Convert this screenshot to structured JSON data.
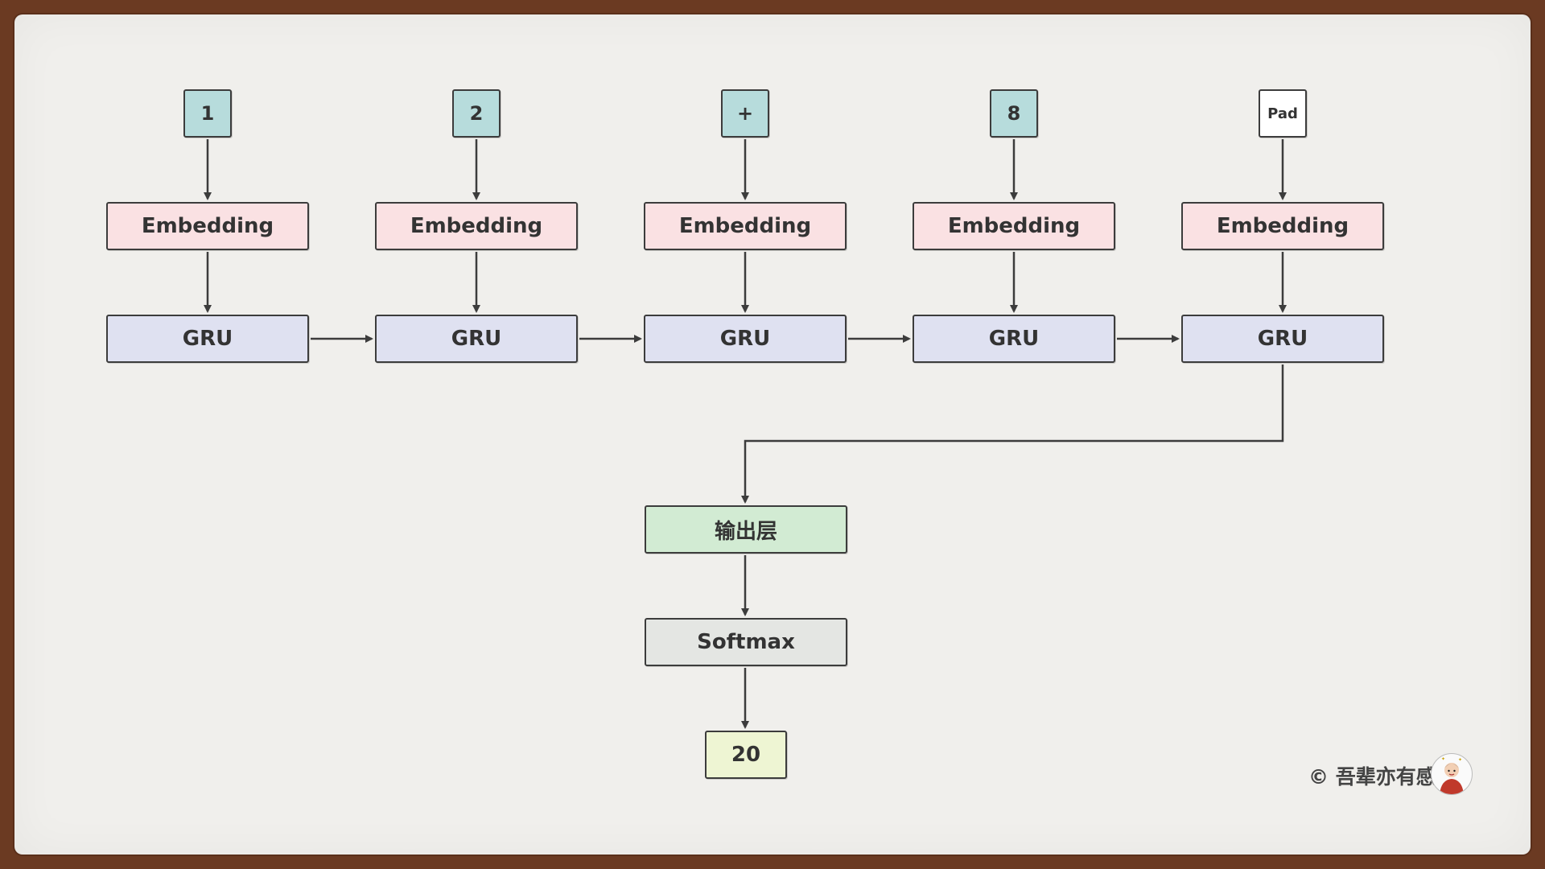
{
  "diagram": {
    "tokens": [
      "1",
      "2",
      "+",
      "8",
      "Pad"
    ],
    "embedding_label": "Embedding",
    "gru_label": "GRU",
    "output_layer_label": "输出层",
    "softmax_label": "Softmax",
    "result_label": "20"
  },
  "colors": {
    "token": "#b7dcdc",
    "pad_token": "#ffffff",
    "embedding": "#fae1e3",
    "gru": "#dfe1f1",
    "output_layer": "#d2ebd3",
    "softmax": "#e4e6e3",
    "result": "#eef5d3",
    "stroke": "#3c3c3c"
  },
  "copyright": {
    "text": "© 吾辈亦有感"
  }
}
